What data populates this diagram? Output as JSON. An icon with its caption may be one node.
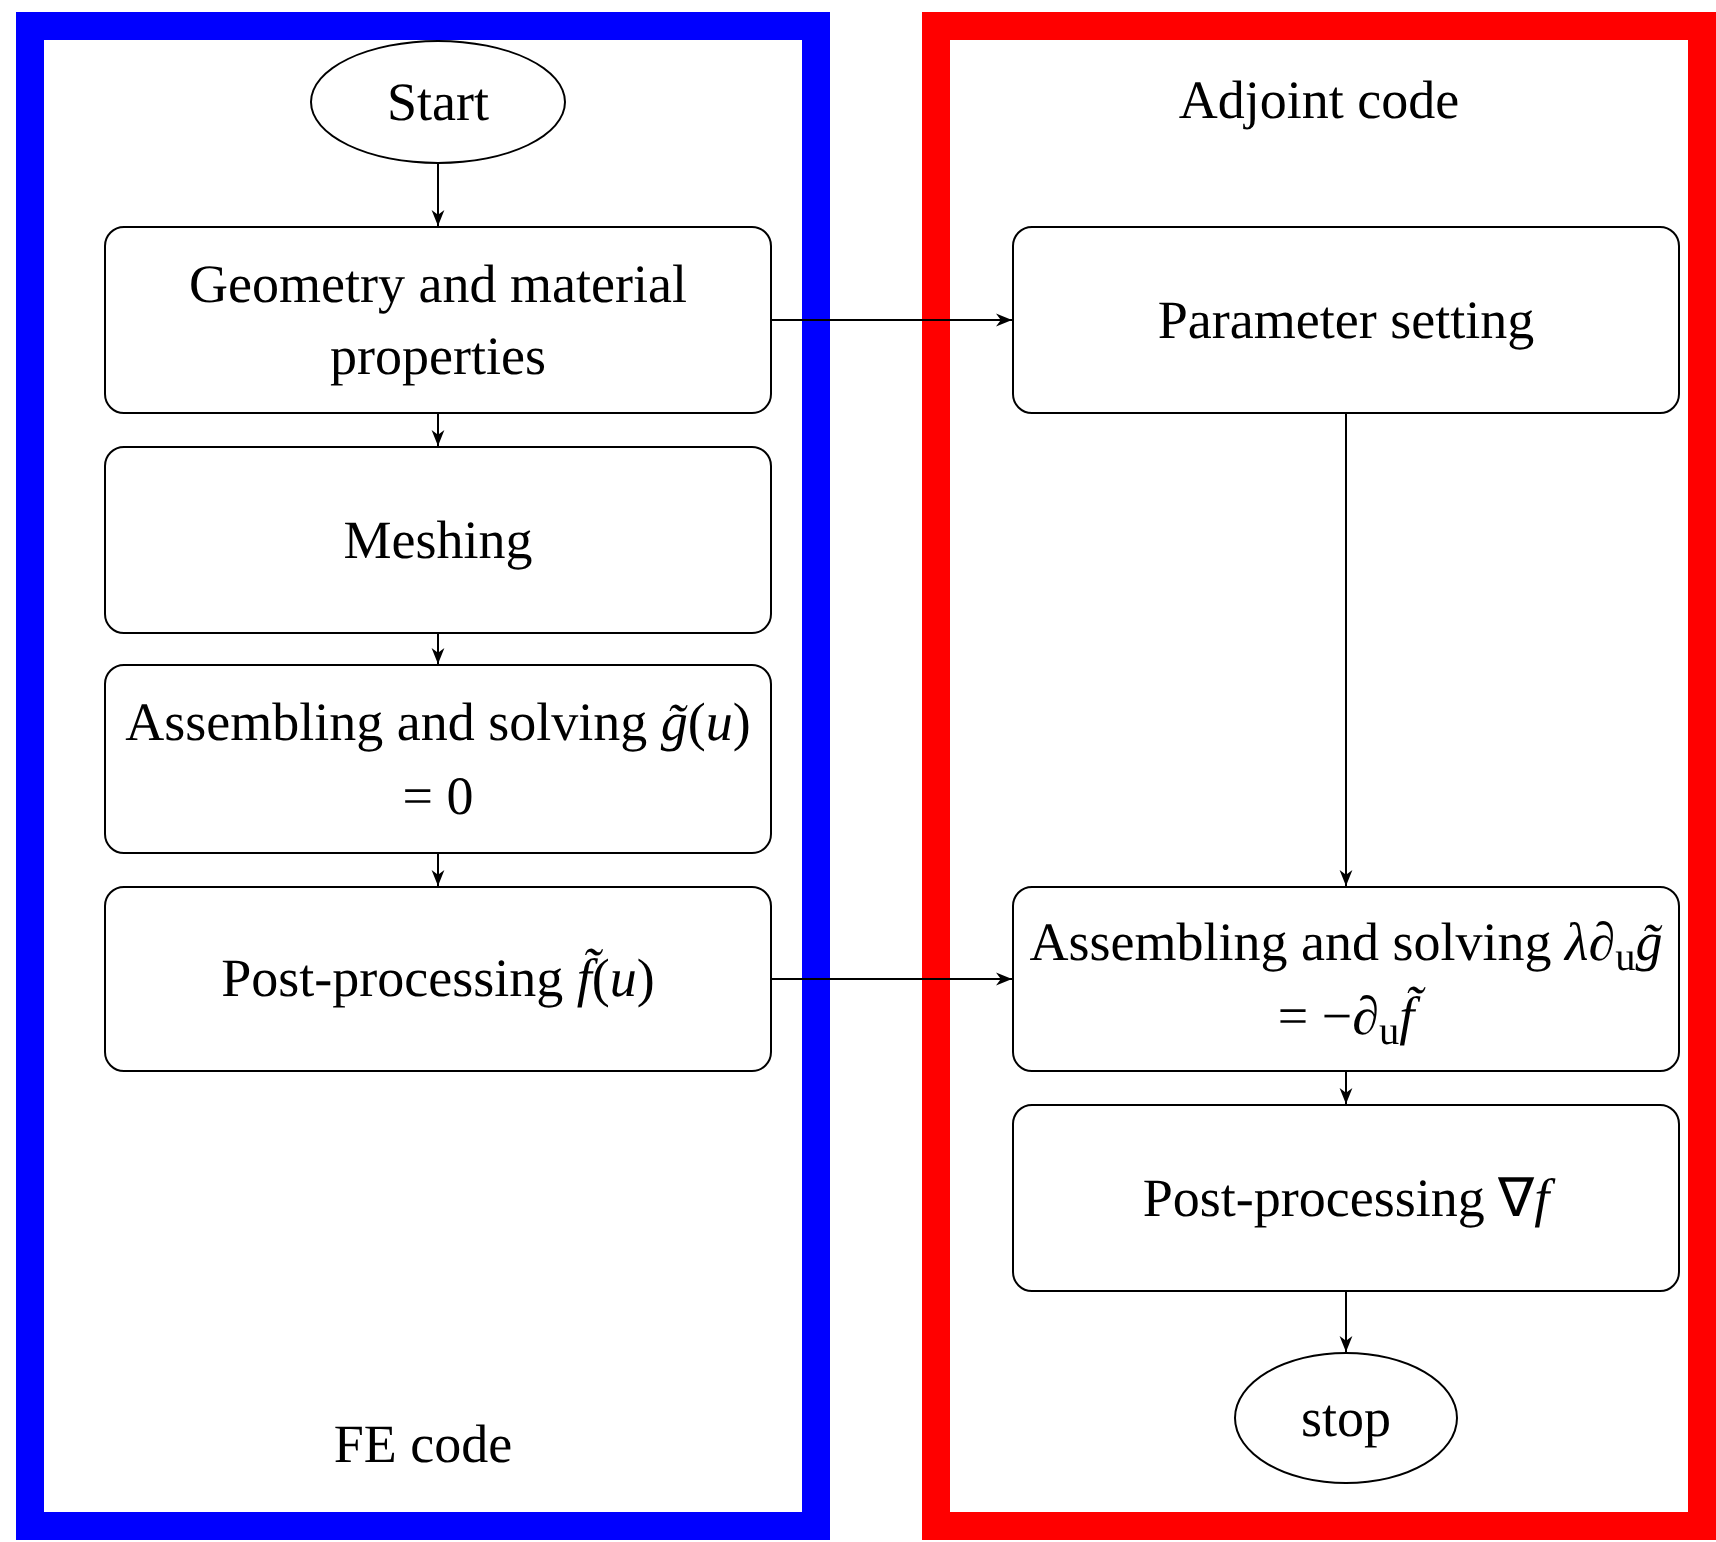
{
  "diagram": {
    "nodes": [
      {
        "text": [
          "FE code"
        ]
      },
      {
        "text": [
          "Start"
        ],
        "in": 0
      },
      {
        "text": [
          "Geometry and material properties"
        ],
        "in": 0
      },
      {
        "text": [
          "Meshing"
        ],
        "in": 0
      },
      {
        "text": [
          "Assembling and solving *g̃*(*u*) = 0"
        ],
        "in": 0
      },
      {
        "text": [
          "Post-processing *f̃*(*u*)"
        ],
        "in": 0
      },
      {
        "text": [
          "Adjoint code"
        ]
      },
      {
        "text": [
          "Parameter setting"
        ],
        "in": 6
      },
      {
        "text": [
          "Assembling and solving *λ*∂$_{u}$*g̃* = −∂$_{u}$*f̃*"
        ],
        "in": 6
      },
      {
        "text": [
          "Post-processing ∇*f*"
        ],
        "in": 6
      },
      {
        "text": [
          "stop"
        ],
        "in": 6
      }
    ],
    "edges": [
      {
        "from": 1,
        "to": 2,
        "arrow": "to"
      },
      {
        "from": 2,
        "to": 3,
        "arrow": "to"
      },
      {
        "from": 3,
        "to": 4,
        "arrow": "to"
      },
      {
        "from": 4,
        "to": 5,
        "arrow": "to"
      },
      {
        "from": 2,
        "to": 7,
        "arrow": "to"
      },
      {
        "from": 7,
        "to": 8,
        "arrow": "to"
      },
      {
        "from": 5,
        "to": 8,
        "arrow": "to"
      },
      {
        "from": 8,
        "to": 9,
        "arrow": "to"
      },
      {
        "from": 9,
        "to": 10,
        "arrow": "to"
      }
    ]
  }
}
